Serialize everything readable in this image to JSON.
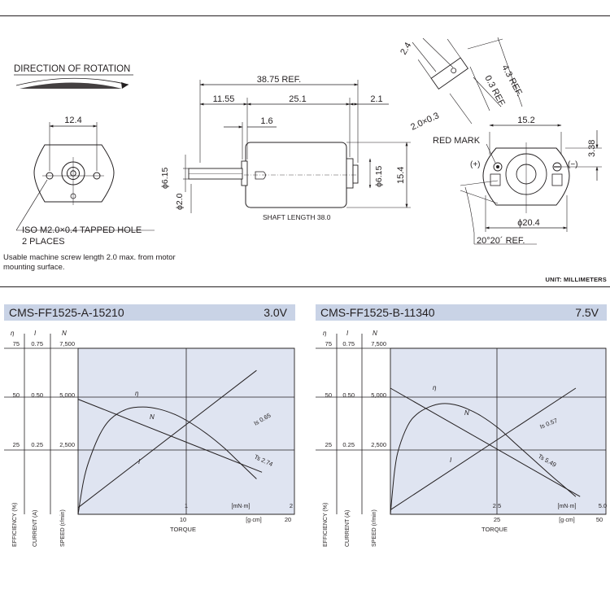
{
  "drawing": {
    "direction_label": "DIRECTION OF ROTATION",
    "dim_12_4": "12.4",
    "hole_note_line1": "ISO M2.0×0.4 TAPPED HOLE",
    "hole_note_line2": "2 PLACES",
    "dim_38_75": "38.75 REF.",
    "dim_11_55": "11.55",
    "dim_25_1": "25.1",
    "dim_2_1": "2.1",
    "dim_1_6": "1.6",
    "dim_6_15_left": "ϕ6.15",
    "dim_2_0": "ϕ2.0",
    "dim_6_15_right": "ϕ6.15",
    "dim_15_4": "15.4",
    "shaft_length": "SHAFT LENGTH  38.0",
    "dim_2_4": "2.4",
    "dim_4_3": "4.3 REF.",
    "dim_0_3": "0.3 REF.",
    "dim_2x0_3": "2.0×0.3",
    "red_mark": "RED MARK",
    "dim_15_2": "15.2",
    "dim_3_38": "3.38",
    "plus": "(+)",
    "minus": "(−)",
    "dim_20_4": "ϕ20.4",
    "angle": "20°20´ REF.",
    "usable_note": "Usable machine screw length 2.0 max. from motor mounting surface.",
    "unit": "UNIT: MILLIMETERS"
  },
  "chart_data": [
    {
      "type": "line",
      "model": "CMS-FF1525-A-15210",
      "voltage": "3.0V",
      "axes": {
        "efficiency": {
          "symbol": "η",
          "ticks": [
            "75",
            "50",
            "25"
          ],
          "label": "EFFICIENCY (%)"
        },
        "current": {
          "symbol": "I",
          "ticks": [
            "0.75",
            "0.50",
            "0.25"
          ],
          "label": "CURRENT (A)"
        },
        "speed": {
          "symbol": "N",
          "ticks": [
            "7,500",
            "5,000",
            "2,500"
          ],
          "label": "SPEED (r/min)"
        },
        "torque_mnm": {
          "unit": "[mN·m]",
          "ticks": [
            "1",
            "2"
          ]
        },
        "torque_gcm": {
          "unit": "[g·cm]",
          "ticks": [
            "10",
            "20"
          ]
        },
        "xlabel": "TORQUE"
      },
      "xlim": [
        0,
        2
      ],
      "series": [
        {
          "name": "N",
          "x": [
            0,
            1.7
          ],
          "y": [
            5200,
            1900
          ]
        },
        {
          "name": "I",
          "x": [
            0,
            1.65
          ],
          "y": [
            0.03,
            0.65
          ]
        },
        {
          "name": "η",
          "x": [
            0,
            0.05,
            0.1,
            0.2,
            0.3,
            0.45,
            0.6,
            0.75,
            0.9,
            1.05,
            1.2,
            1.35,
            1.5,
            1.65
          ],
          "y": [
            0,
            15,
            24,
            36,
            43,
            47.5,
            48.5,
            47.5,
            45,
            41,
            36,
            30,
            23,
            16
          ]
        }
      ],
      "annotations": {
        "Is": "Is 0.65",
        "Ts": "Ts  2.74"
      }
    },
    {
      "type": "line",
      "model": "CMS-FF1525-B-11340",
      "voltage": "7.5V",
      "axes": {
        "efficiency": {
          "symbol": "η",
          "ticks": [
            "75",
            "50",
            "25"
          ],
          "label": "EFFICIENCY (%)"
        },
        "current": {
          "symbol": "I",
          "ticks": [
            "0.75",
            "0.50",
            "0.25"
          ],
          "label": "CURRENT (A)"
        },
        "speed": {
          "symbol": "N",
          "ticks": [
            "7,500",
            "5,000",
            "2,500"
          ],
          "label": "SPEED (r/min)"
        },
        "torque_mnm": {
          "unit": "[mN·m]",
          "ticks": [
            "2.5",
            "5.0"
          ]
        },
        "torque_gcm": {
          "unit": "[g·cm]",
          "ticks": [
            "25",
            "50"
          ]
        },
        "xlabel": "TORQUE"
      },
      "xlim": [
        0,
        5
      ],
      "series": [
        {
          "name": "N",
          "x": [
            0,
            4.4
          ],
          "y": [
            5700,
            800
          ]
        },
        {
          "name": "I",
          "x": [
            0,
            4.3
          ],
          "y": [
            0.02,
            0.57
          ]
        },
        {
          "name": "η",
          "x": [
            0,
            0.1,
            0.2,
            0.4,
            0.6,
            0.9,
            1.2,
            1.5,
            1.8,
            2.1,
            2.5,
            2.9,
            3.3,
            3.7,
            4.0,
            4.3
          ],
          "y": [
            0,
            20,
            30,
            40,
            45,
            48.5,
            50,
            49.5,
            47.5,
            44.5,
            39,
            32,
            25,
            18,
            13,
            8
          ]
        }
      ],
      "annotations": {
        "Is": "Is 0.57",
        "Ts": "Ts 5.49"
      }
    }
  ]
}
